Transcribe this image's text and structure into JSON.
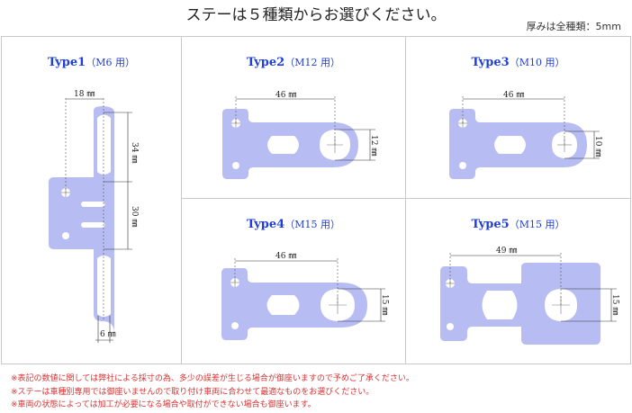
{
  "header": {
    "title": "ステーは５種類からお選びください。",
    "thickness_note": "厚みは全種類：5mm"
  },
  "types": [
    {
      "name": "Type1",
      "size": "（M6 用）",
      "dims": {
        "width": "18 ㎜",
        "upper": "34 ㎜",
        "middle": "30 ㎜",
        "slot": "6 ㎜"
      }
    },
    {
      "name": "Type2",
      "size": "（M12 用）",
      "dims": {
        "length": "46 ㎜",
        "hole": "12 ㎜"
      }
    },
    {
      "name": "Type3",
      "size": "（M10 用）",
      "dims": {
        "length": "46 ㎜",
        "hole": "10 ㎜"
      }
    },
    {
      "name": "Type4",
      "size": "（M15 用）",
      "dims": {
        "length": "46 ㎜",
        "hole": "15 ㎜"
      }
    },
    {
      "name": "Type5",
      "size": "（M15 用）",
      "dims": {
        "length": "49 ㎜",
        "hole": "15 ㎜"
      }
    }
  ],
  "colors": {
    "plate": "#b7bdf2",
    "title": "#1f3fd6",
    "notes": "#d63333"
  },
  "notes": [
    "※表記の数値に関しては弊社による採寸の為、多少の誤差が生じる場合が御座いますので予めご了承ください。",
    "※ステーは車種別専用では御座いませんので取り付け車両に合わせて最適なものをお選びください。",
    "※車両の状態によっては加工が必要になる場合や取付ができない場合も御座います。"
  ]
}
